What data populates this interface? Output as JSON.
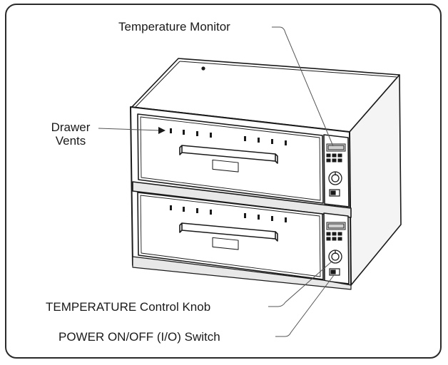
{
  "labels": {
    "temperature_monitor": "Temperature Monitor",
    "drawer_vents_line1": "Drawer",
    "drawer_vents_line2": "Vents",
    "temperature_knob": "TEMPERATURE Control Knob",
    "power_switch": "POWER ON/OFF (I/O) Switch"
  },
  "colors": {
    "line": "#1a1a1a",
    "fill": "#ffffff",
    "shade": "#dcdcdc",
    "leader": "#555555"
  }
}
